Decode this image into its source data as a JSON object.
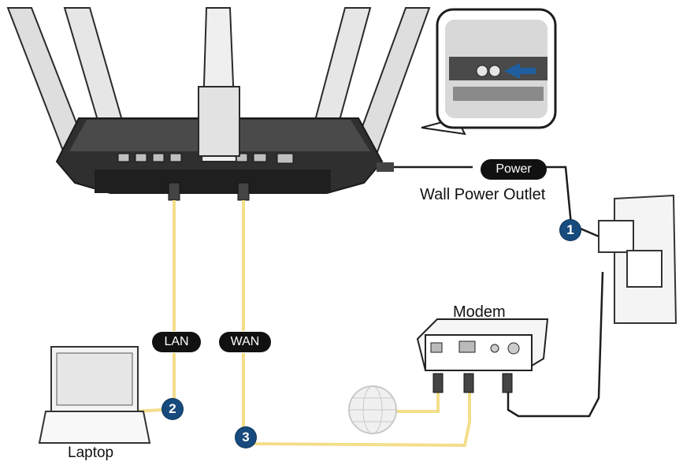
{
  "labels": {
    "power": "Power",
    "wall_power_outlet": "Wall Power Outlet",
    "modem": "Modem",
    "lan": "LAN",
    "wan": "WAN",
    "laptop": "Laptop"
  },
  "steps": [
    "1",
    "2",
    "3"
  ],
  "colors": {
    "pill_bg": "#111111",
    "step_badge": "#174b7e",
    "cable_yellow": "#f3de8a",
    "device_dark": "#3a3a3a"
  }
}
